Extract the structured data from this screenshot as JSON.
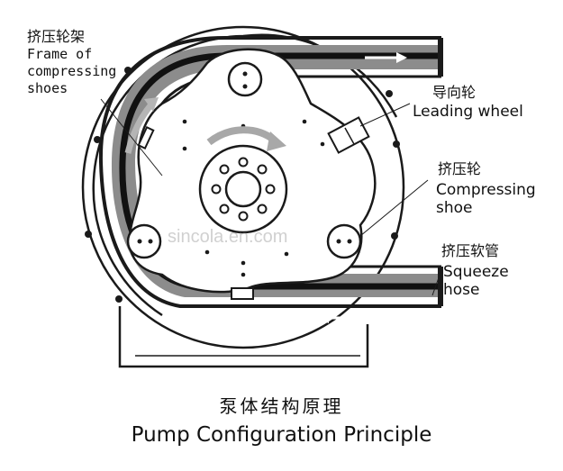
{
  "labels": {
    "frame_zh": "挤压轮架",
    "frame_en_line1": "Frame of",
    "frame_en_line2": "compressing",
    "frame_en_line3": "shoes",
    "leading_zh": "导向轮",
    "leading_en": "Leading wheel",
    "shoe_zh": "挤压轮",
    "shoe_en_line1": "Compressing",
    "shoe_en_line2": "shoe",
    "hose_zh": "挤压软管",
    "hose_en_line1": "Squeeze",
    "hose_en_line2": "hose"
  },
  "watermark": "sincola.en.com",
  "caption": {
    "zh": "泵体结构原理",
    "en": "Pump Configuration Principle"
  },
  "colors": {
    "outline": "#1a1a1a",
    "hose_fill": "#8c8c8c",
    "arrow_gray": "#a8a8a8",
    "white": "#ffffff"
  }
}
